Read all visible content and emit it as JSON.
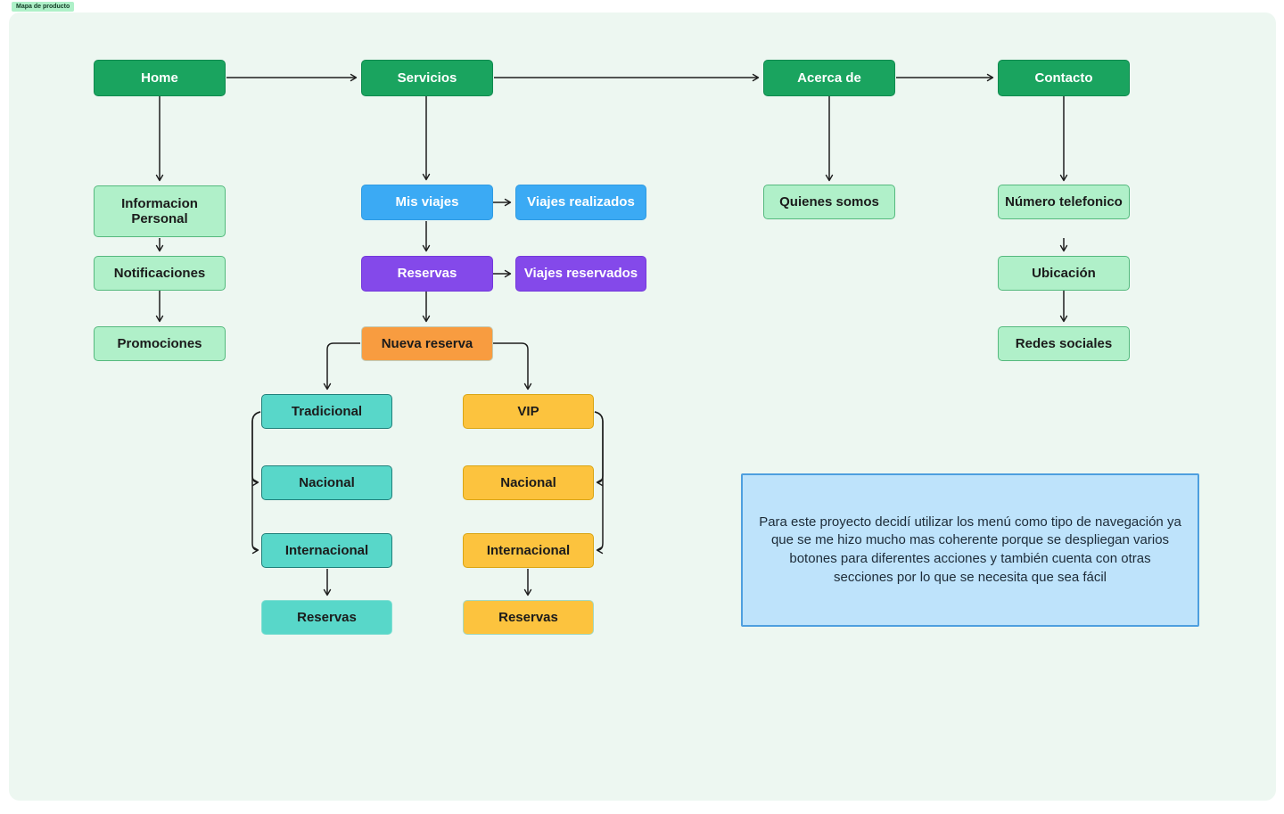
{
  "page": {
    "tag_label": "Mapa de producto"
  },
  "palette": {
    "canvas_bg": "#edf7f1",
    "page_bg": "#ffffff",
    "tag_bg": "#aef0c8",
    "green": "#1aa45f",
    "light_green": "#b0f0c9",
    "blue": "#3baaf4",
    "purple": "#8449ea",
    "orange": "#f89c40",
    "teal": "#58d7c9",
    "yellow": "#fcc33e",
    "note_fill": "#bee3fb",
    "note_border": "#4e9fdf",
    "wire": "#1e1e1e"
  },
  "nodes": {
    "home": {
      "label": "Home"
    },
    "servicios": {
      "label": "Servicios"
    },
    "acerca_de": {
      "label": "Acerca de"
    },
    "contacto": {
      "label": "Contacto"
    },
    "informacion_personal": {
      "label": "Informacion Personal"
    },
    "notificaciones": {
      "label": "Notificaciones"
    },
    "promociones": {
      "label": "Promociones"
    },
    "mis_viajes": {
      "label": "Mis viajes"
    },
    "viajes_realizados": {
      "label": "Viajes realizados"
    },
    "reservas": {
      "label": "Reservas"
    },
    "viajes_reservados": {
      "label": "Viajes reservados"
    },
    "nueva_reserva": {
      "label": "Nueva reserva"
    },
    "quienes_somos": {
      "label": "Quienes somos"
    },
    "numero_telefonico": {
      "label": "Número telefonico"
    },
    "ubicacion": {
      "label": "Ubicación"
    },
    "redes_sociales": {
      "label": "Redes sociales"
    },
    "tradicional": {
      "label": "Tradicional"
    },
    "vip": {
      "label": "VIP"
    },
    "nacional_tradicional": {
      "label": "Nacional"
    },
    "internacional_tradicional": {
      "label": "Internacional"
    },
    "reservas_tradicional": {
      "label": "Reservas"
    },
    "nacional_vip": {
      "label": "Nacional"
    },
    "internacional_vip": {
      "label": "Internacional"
    },
    "reservas_vip": {
      "label": "Reservas"
    }
  },
  "note": {
    "text": "Para este proyecto decidí utilizar los menú como tipo de navegación ya que se me hizo mucho mas coherente porque se despliegan varios botones para diferentes acciones y también cuenta con otras secciones por lo que se necesita que sea fácil"
  }
}
